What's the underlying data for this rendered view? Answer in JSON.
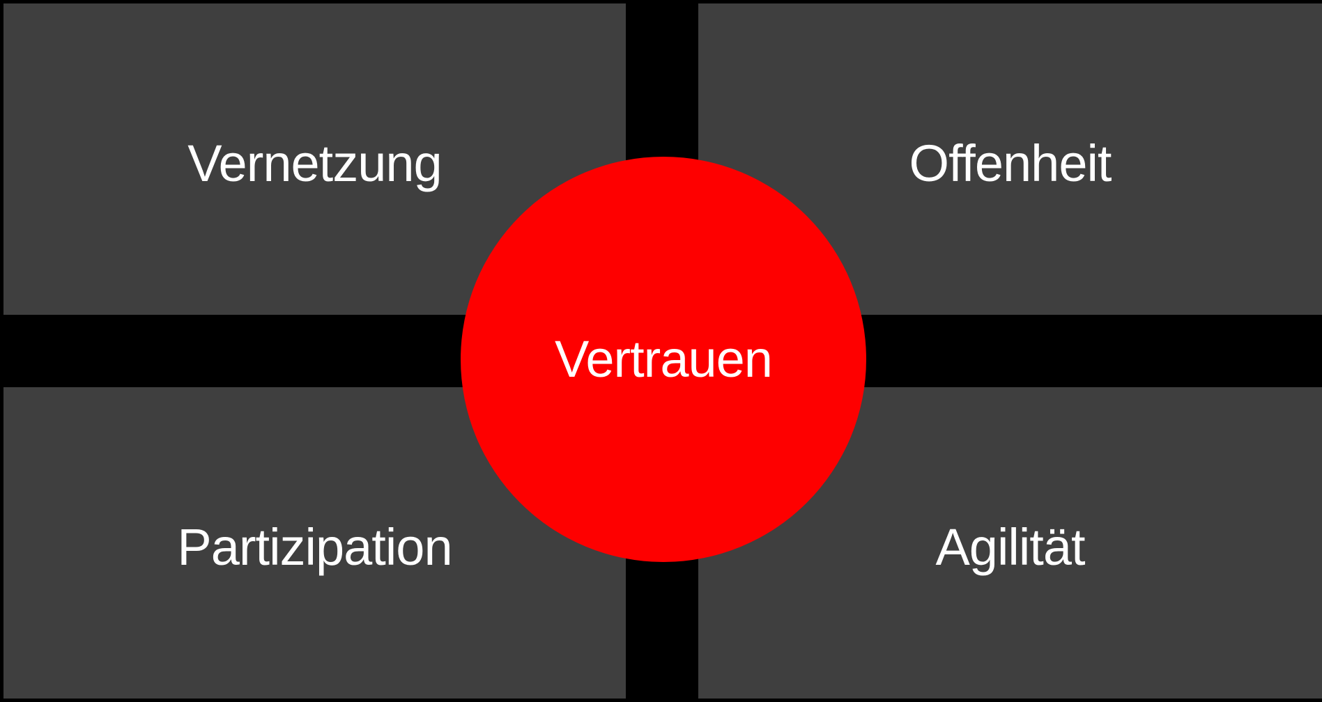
{
  "diagram": {
    "type": "quadrant-diagram",
    "background_color": "#000000",
    "panel_color": "#3F3F3F",
    "accent_color": "#FE0000",
    "text_color": "#FFFFFF",
    "quadrants": [
      {
        "position": "top-left",
        "label": "Vernetzung"
      },
      {
        "position": "top-right",
        "label": "Offenheit"
      },
      {
        "position": "bottom-left",
        "label": "Partizipation"
      },
      {
        "position": "bottom-right",
        "label": "Agilität"
      }
    ],
    "center": {
      "shape": "circle",
      "label": "Vertrauen"
    }
  }
}
